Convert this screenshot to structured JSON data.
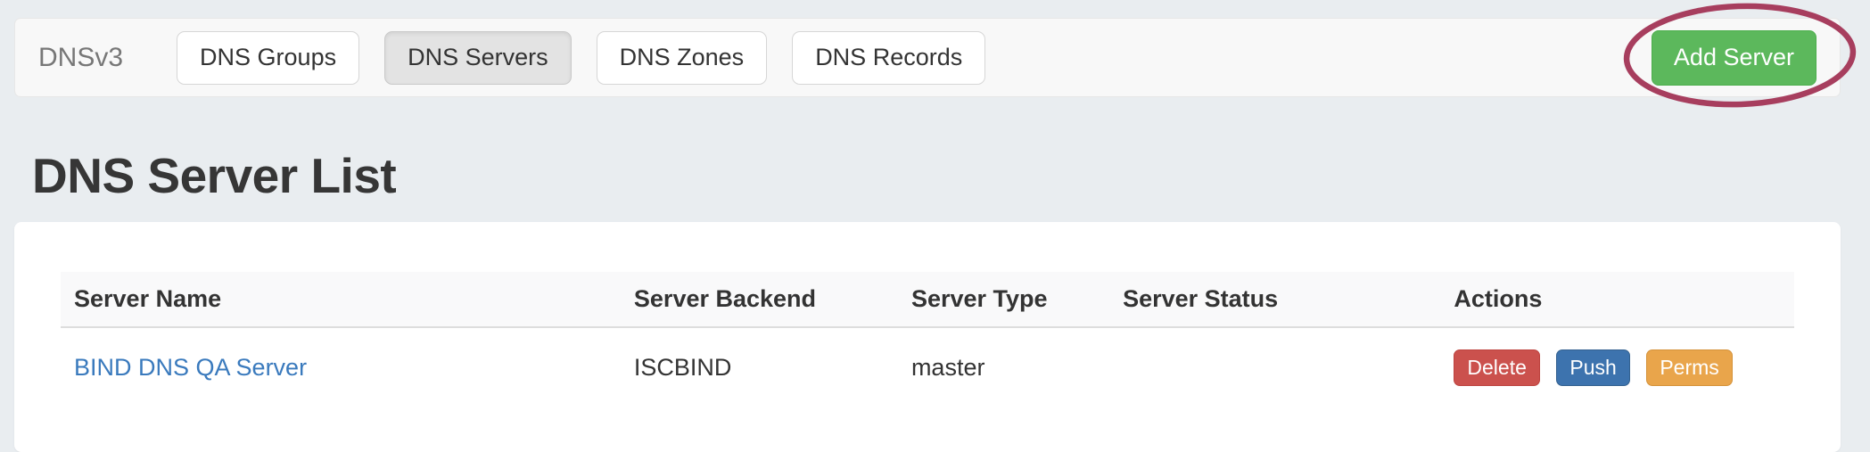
{
  "navbar": {
    "brand": "DNSv3",
    "items": [
      {
        "label": "DNS Groups",
        "active": false
      },
      {
        "label": "DNS Servers",
        "active": true
      },
      {
        "label": "DNS Zones",
        "active": false
      },
      {
        "label": "DNS Records",
        "active": false
      }
    ],
    "add_server_label": "Add Server"
  },
  "page": {
    "title": "DNS Server List"
  },
  "table": {
    "columns": [
      "Server Name",
      "Server Backend",
      "Server Type",
      "Server Status",
      "Actions"
    ],
    "rows": [
      {
        "server_name": "BIND DNS QA Server",
        "server_backend": "ISCBIND",
        "server_type": "master",
        "server_status": "",
        "actions": [
          "Delete",
          "Push",
          "Perms"
        ]
      }
    ]
  },
  "annotation": {
    "shape": "ellipse",
    "target": "Add Server button",
    "color": "#a73e5e"
  },
  "colors": {
    "page_background": "#e9edf0",
    "navbar_background": "#f8f8f8",
    "add_server_green": "#5cb85c",
    "delete_red": "#cb514d",
    "push_blue": "#3d73ae",
    "perms_orange": "#e9a54b",
    "link_blue": "#3a7abd"
  }
}
